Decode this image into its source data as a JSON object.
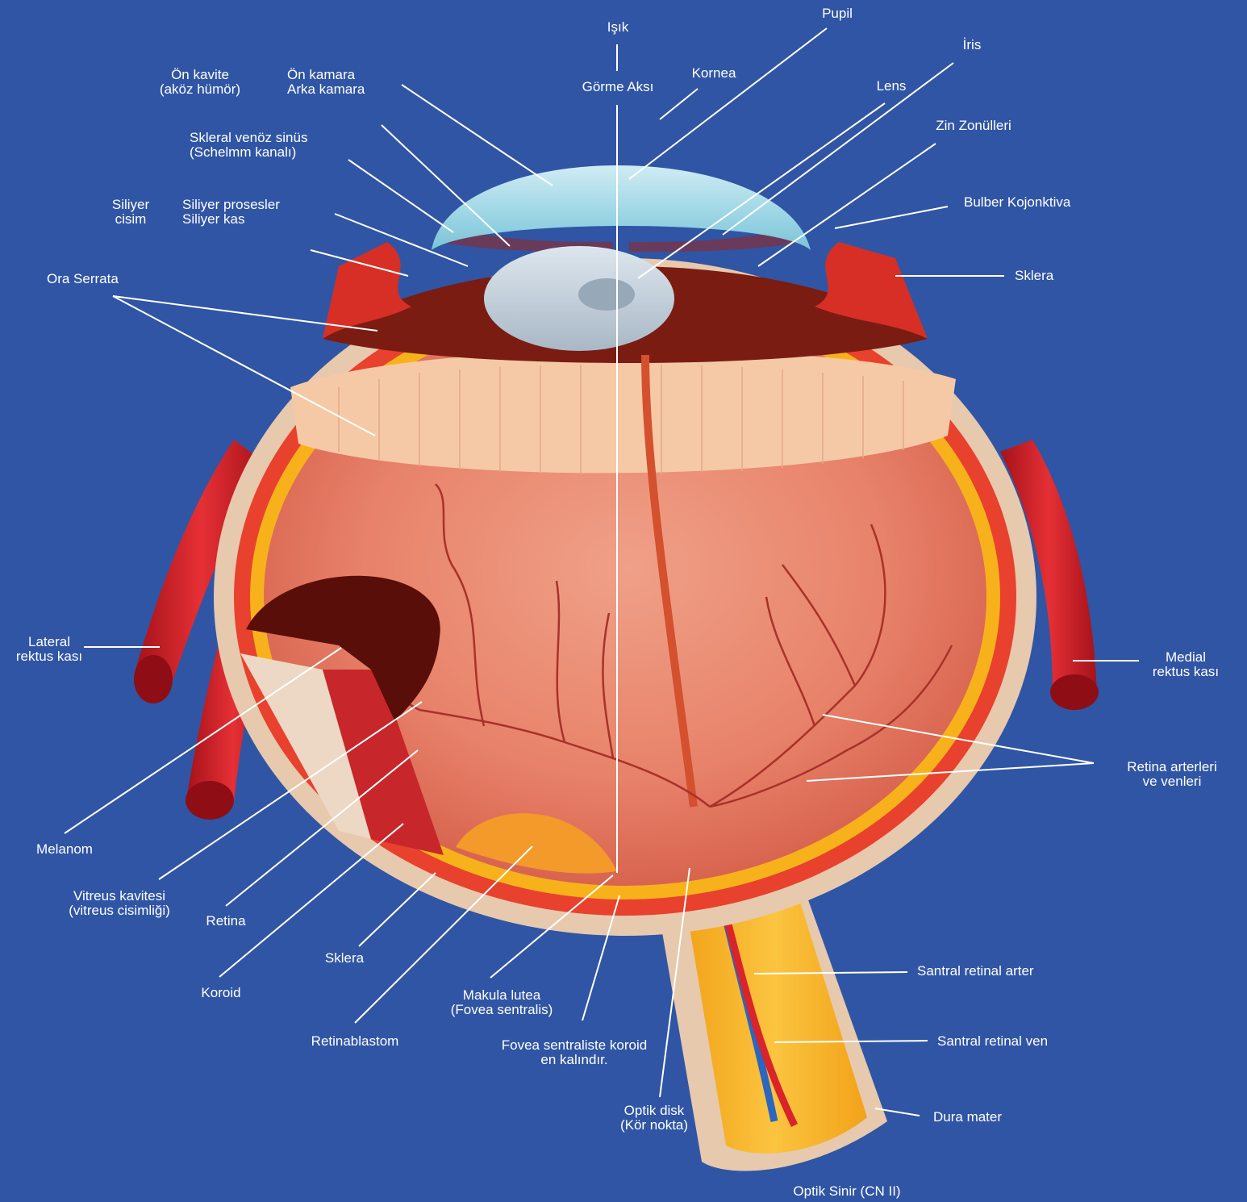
{
  "colors": {
    "background": "#3055a4",
    "leader_line": "#ffffff",
    "sclera": "#e7c9ad",
    "choroid": "#e8412e",
    "retina_layer": "#f7b21b",
    "vitreous": "#e9866a",
    "cornea": "#a9e0ec",
    "lens": "#c4d3de",
    "muscle": "#d8242a",
    "vessel_red": "#c8361e",
    "vessel_blue": "#2b66c0",
    "melanoma": "#5a0e0a"
  },
  "labels": {
    "isik": "Işık",
    "gorme_aksi": "Görme Aksı",
    "pupil": "Pupil",
    "iris": "İris",
    "kornea": "Kornea",
    "lens": "Lens",
    "zin": "Zin Zonülleri",
    "bulber": "Bulber Kojonktiva",
    "sklera_right": "Sklera",
    "on_kavite_1": "Ön kavite",
    "on_kavite_2": "(aköz hümör)",
    "on_kamara_1": "Ön kamara",
    "on_kamara_2": "Arka kamara",
    "skleral_1": "Skleral venöz sinüs",
    "skleral_2": "(Schelmm kanalı)",
    "siliyer_cisim_1": "Siliyer",
    "siliyer_cisim_2": "cisim",
    "siliyer_pros_1": "Siliyer prosesler",
    "siliyer_pros_2": "Siliyer kas",
    "ora": "Ora Serrata",
    "lateral_1": "Lateral",
    "lateral_2": "rektus kası",
    "medial_1": "Medial",
    "medial_2": "rektus kası",
    "retina_art_1": "Retina arterleri",
    "retina_art_2": "ve venleri",
    "melanom": "Melanom",
    "vitreus_1": "Vitreus kavitesi",
    "vitreus_2": "(vitreus cisimliği)",
    "retina": "Retina",
    "koroid": "Koroid",
    "sklera_bottom": "Sklera",
    "retinablastom": "Retinablastom",
    "makula_1": "Makula lutea",
    "makula_2": "(Fovea sentralis)",
    "fovea_1": "Fovea sentraliste koroid",
    "fovea_2": "en kalındır.",
    "optik_disk_1": "Optik disk",
    "optik_disk_2": "(Kör nokta)",
    "santral_arter": "Santral retinal arter",
    "santral_ven": "Santral retinal ven",
    "dura": "Dura mater",
    "optik_sinir": "Optik Sinir (CN II)"
  }
}
